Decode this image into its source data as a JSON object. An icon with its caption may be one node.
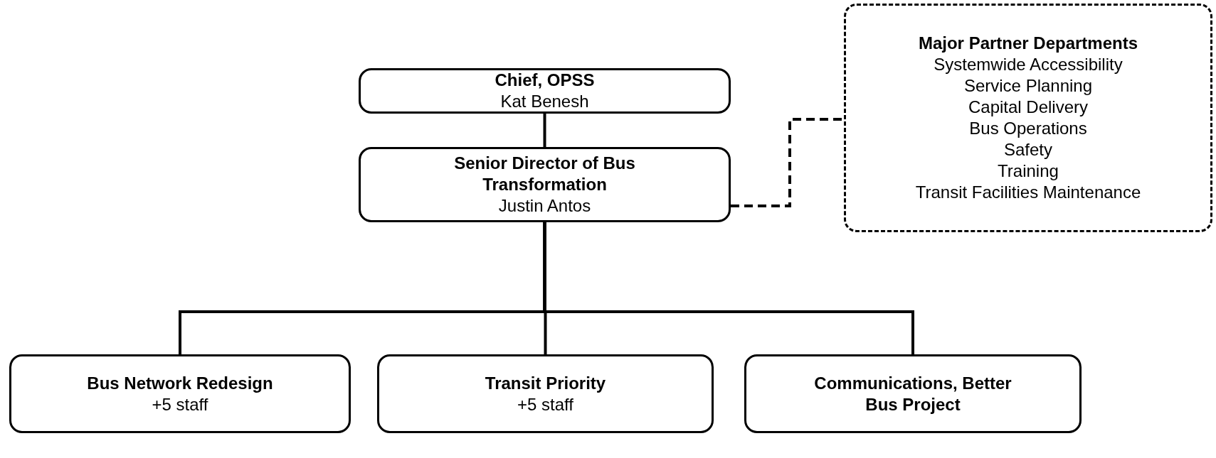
{
  "diagram": {
    "nodes": [
      {
        "text": [
          "Chief, OPSS",
          "Kat Benesh"
        ]
      },
      {
        "text": [
          "Senior Director of Bus Transformation",
          "Justin Antos"
        ]
      },
      {
        "text": [
          "Major Partner Departments",
          "Systemwide Accessibility",
          "Service Planning",
          "Capital Delivery",
          "Bus Operations",
          "Safety",
          "Training",
          "Transit Facilities Maintenance"
        ]
      },
      {
        "text": [
          "Bus Network Redesign",
          "+5 staff"
        ]
      },
      {
        "text": [
          "Transit Priority",
          "+5 staff"
        ]
      },
      {
        "text": [
          "Communications, Better Bus Project"
        ]
      }
    ],
    "edges": [
      {
        "from": 0,
        "to": 1,
        "arrow": "none"
      },
      {
        "from": 1,
        "to": 2,
        "arrow": "none",
        "style": "dashed"
      },
      {
        "from": 1,
        "to": 3,
        "arrow": "none"
      },
      {
        "from": 1,
        "to": 4,
        "arrow": "none"
      },
      {
        "from": 1,
        "to": 5,
        "arrow": "none"
      }
    ]
  }
}
